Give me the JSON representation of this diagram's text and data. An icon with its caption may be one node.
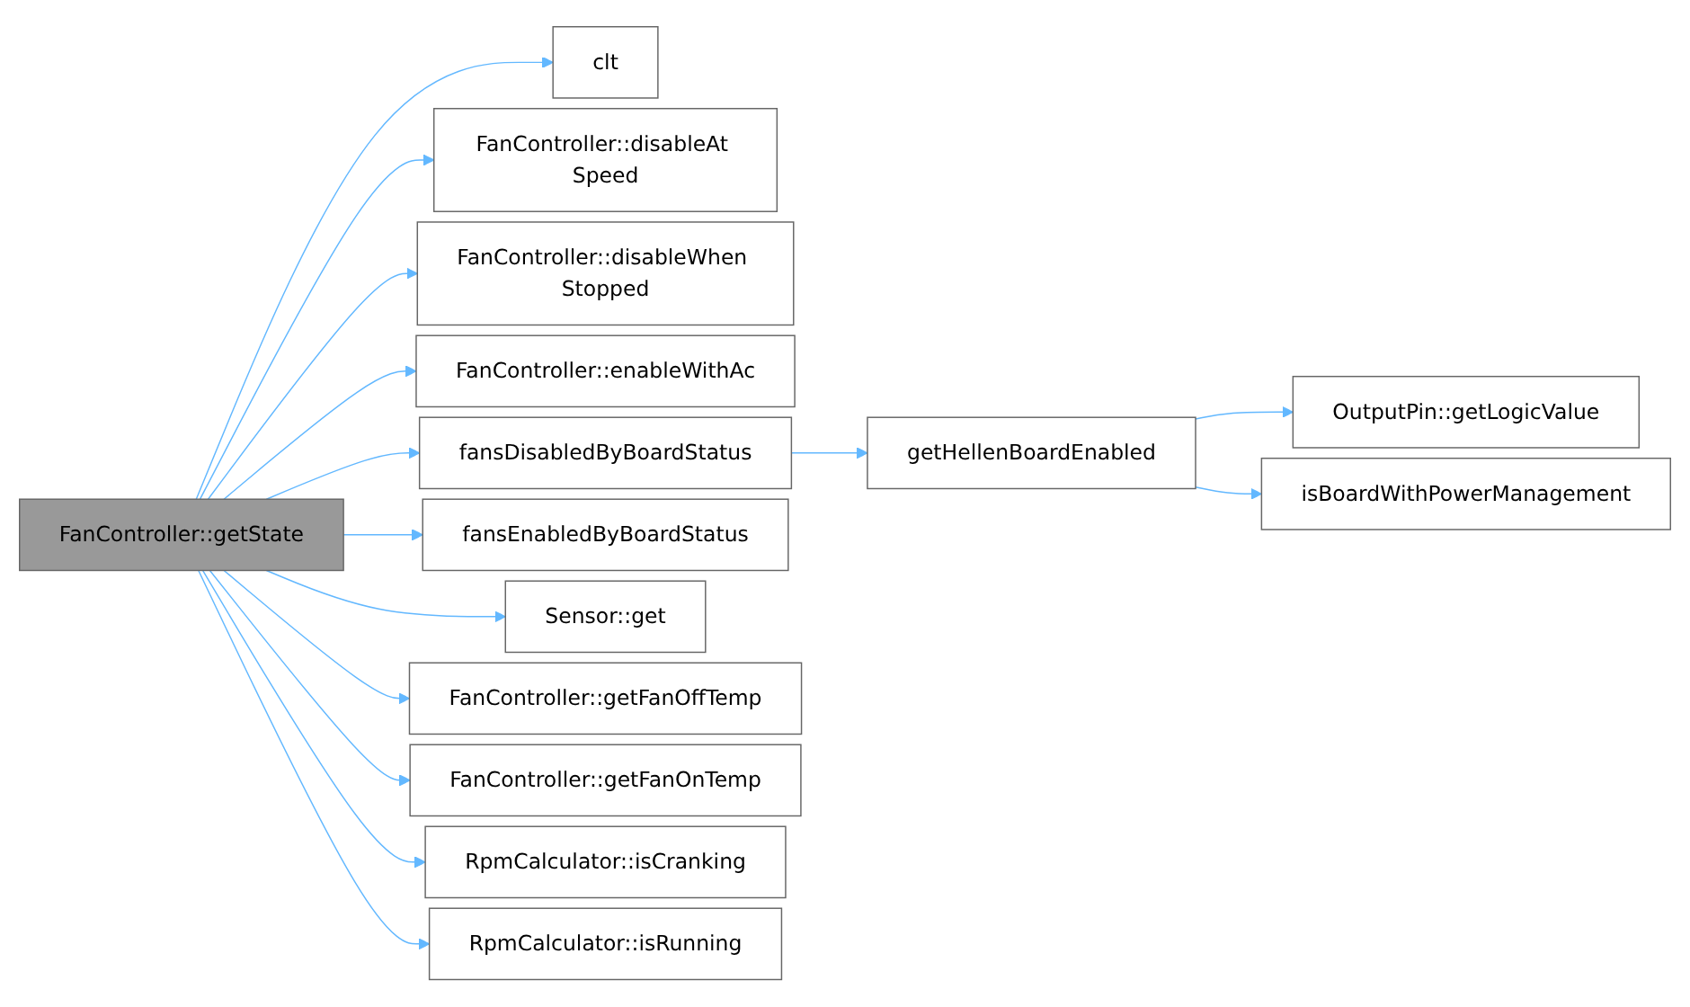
{
  "diagram": {
    "nodes": [
      {
        "text": [
          "FanController::getState"
        ]
      },
      {
        "text": [
          "clt"
        ]
      },
      {
        "text": [
          "FanController::disableAt Speed"
        ]
      },
      {
        "text": [
          "FanController::disableWhen Stopped"
        ]
      },
      {
        "text": [
          "FanController::enableWithAc"
        ]
      },
      {
        "text": [
          "fansDisabledByBoardStatus"
        ]
      },
      {
        "text": [
          "getHellenBoardEnabled"
        ]
      },
      {
        "text": [
          "OutputPin::getLogicValue"
        ]
      },
      {
        "text": [
          "isBoardWithPowerManagement"
        ]
      },
      {
        "text": [
          "fansEnabledByBoardStatus"
        ]
      },
      {
        "text": [
          "Sensor::get"
        ]
      },
      {
        "text": [
          "FanController::getFanOffTemp"
        ]
      },
      {
        "text": [
          "FanController::getFanOnTemp"
        ]
      },
      {
        "text": [
          "RpmCalculator::isCranking"
        ]
      },
      {
        "text": [
          "RpmCalculator::isRunning"
        ]
      }
    ],
    "edges": [
      {
        "from": 0,
        "to": 1,
        "arrow": "to"
      },
      {
        "from": 0,
        "to": 2,
        "arrow": "to"
      },
      {
        "from": 0,
        "to": 3,
        "arrow": "to"
      },
      {
        "from": 0,
        "to": 4,
        "arrow": "to"
      },
      {
        "from": 0,
        "to": 5,
        "arrow": "to"
      },
      {
        "from": 5,
        "to": 6,
        "arrow": "to"
      },
      {
        "from": 6,
        "to": 7,
        "arrow": "to"
      },
      {
        "from": 6,
        "to": 8,
        "arrow": "to"
      },
      {
        "from": 0,
        "to": 9,
        "arrow": "to"
      },
      {
        "from": 0,
        "to": 10,
        "arrow": "to"
      },
      {
        "from": 0,
        "to": 11,
        "arrow": "to"
      },
      {
        "from": 0,
        "to": 12,
        "arrow": "to"
      },
      {
        "from": 0,
        "to": 13,
        "arrow": "to"
      },
      {
        "from": 0,
        "to": 14,
        "arrow": "to"
      }
    ]
  }
}
